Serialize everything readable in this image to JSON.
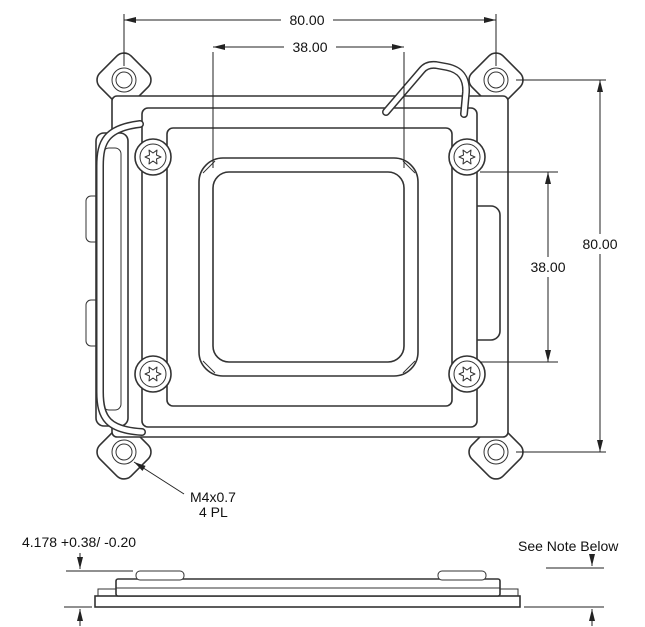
{
  "colors": {
    "line": "#333333",
    "dimension": "#222222",
    "text": "#111111",
    "background": "#ffffff"
  },
  "top_view": {
    "dimensions": {
      "outer_width": "80.00",
      "inner_width": "38.00",
      "outer_height": "80.00",
      "inner_height": "38.00"
    },
    "hole_callout": {
      "thread": "M4x0.7",
      "places": "4 PL"
    }
  },
  "side_view": {
    "height_dimension": "4.178 +0.38/ -0.20",
    "note": "See Note Below"
  }
}
